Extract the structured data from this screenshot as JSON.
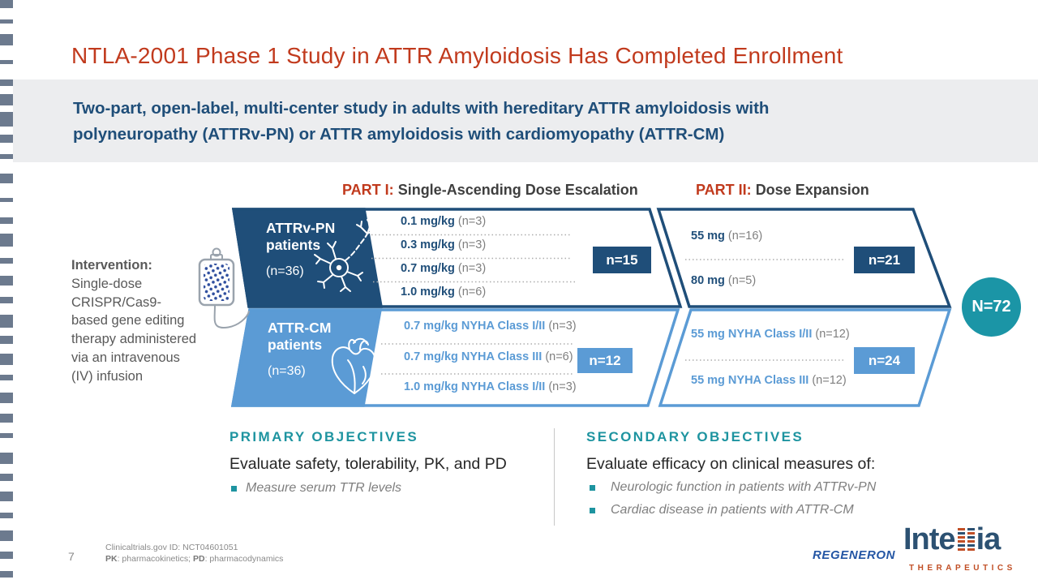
{
  "slide": {
    "title": "NTLA-2001 Phase 1 Study in ATTR Amyloidosis Has Completed Enrollment",
    "subtitle": "Two-part, open-label, multi-center study in adults with hereditary ATTR amyloidosis with\npolyneuropathy (ATTRv-PN) or ATTR amyloidosis with cardiomyopathy (ATTR-CM)",
    "page_number": "7"
  },
  "headers": {
    "part1_label": "PART I:",
    "part1_title": "Single-Ascending Dose Escalation",
    "part2_label": "PART II:",
    "part2_title": "Dose Expansion"
  },
  "intervention": {
    "label": "Intervention:",
    "text": "Single-dose\nCRISPR/Cas9-\nbased gene editing\ntherapy administered\nvia an intravenous\n(IV) infusion"
  },
  "diagram": {
    "attrv": {
      "name": "ATTRv-PN",
      "patients": "patients",
      "n": "(n=36)",
      "part1_doses": [
        {
          "dose": "0.1 mg/kg",
          "n": "(n=3)"
        },
        {
          "dose": "0.3 mg/kg",
          "n": "(n=3)"
        },
        {
          "dose": "0.7 mg/kg",
          "n": "(n=3)"
        },
        {
          "dose": "1.0 mg/kg",
          "n": "(n=6)"
        }
      ],
      "part1_total": "n=15",
      "part2_doses": [
        {
          "dose": "55 mg",
          "n": "(n=16)"
        },
        {
          "dose": "80 mg",
          "n": "(n=5)"
        }
      ],
      "part2_total": "n=21"
    },
    "attrcm": {
      "name": "ATTR-CM",
      "patients": "patients",
      "n": "(n=36)",
      "part1_doses": [
        {
          "dose": "0.7 mg/kg NYHA Class I/II",
          "n": "(n=3)"
        },
        {
          "dose": "0.7 mg/kg NYHA Class III",
          "n": "(n=6)"
        },
        {
          "dose": "1.0 mg/kg NYHA Class I/II",
          "n": "(n=3)"
        }
      ],
      "part1_total": "n=12",
      "part2_doses": [
        {
          "dose": "55 mg NYHA Class I/II",
          "n": "(n=12)"
        },
        {
          "dose": "55 mg NYHA Class III",
          "n": "(n=12)"
        }
      ],
      "part2_total": "n=24"
    },
    "overall_total": "N=72"
  },
  "objectives": {
    "primary": {
      "heading": "PRIMARY OBJECTIVES",
      "lead": "Evaluate safety, tolerability, PK, and PD",
      "bullets": [
        "Measure serum TTR levels"
      ]
    },
    "secondary": {
      "heading": "SECONDARY OBJECTIVES",
      "lead": "Evaluate efficacy on clinical measures of:",
      "bullets": [
        "Neurologic function in patients with ATTRv-PN",
        "Cardiac disease in patients with ATTR-CM"
      ]
    }
  },
  "footer": {
    "registry": "Clinicaltrials.gov ID: NCT04601051",
    "pk_label": "PK",
    "pk_rest": ": pharmacokinetics; ",
    "pd_label": "PD",
    "pd_rest": ": pharmacodynamics",
    "regeneron": "REGENERON",
    "intellia_left": "Inte",
    "intellia_right": "ia",
    "therapeutics": "THERAPEUTICS"
  },
  "colors": {
    "title_red": "#C13A1D",
    "navy": "#1F4E79",
    "light_blue": "#5B9BD5",
    "teal": "#1B95A6",
    "gray_text": "#7F7F7F"
  }
}
